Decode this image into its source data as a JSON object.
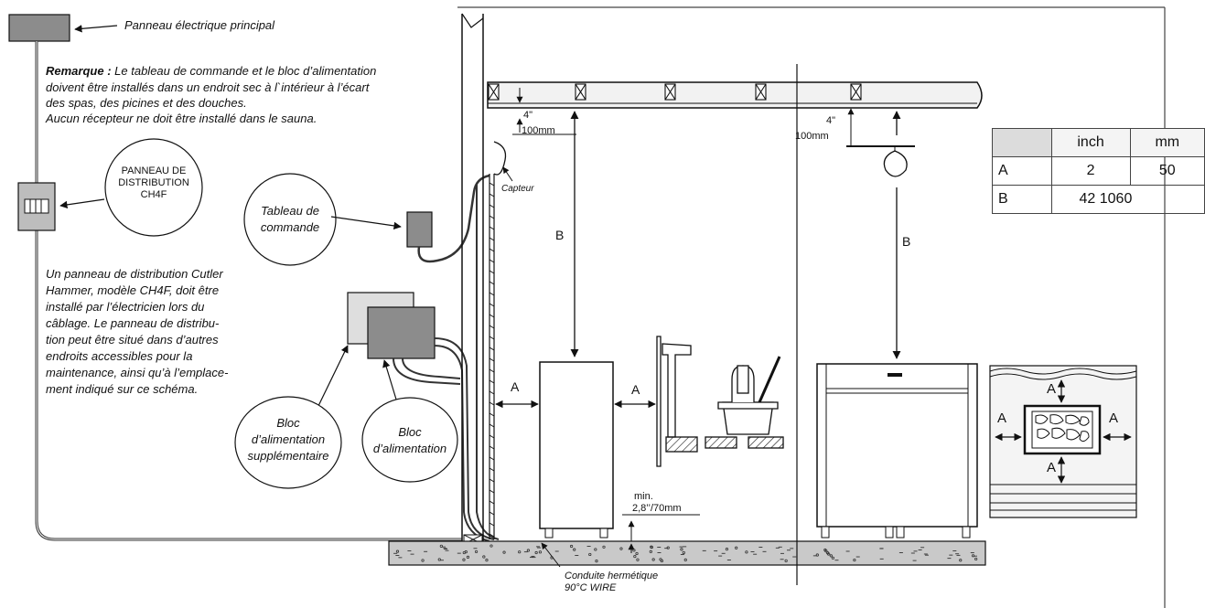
{
  "labels": {
    "main_panel": "Panneau électrique principal",
    "remark_bold": "Remarque :",
    "remark_line1": "Le tableau de commande et le bloc d’alimentation",
    "remark_line2": "doivent être installés dans un endroit sec à l`intérieur à l’écart",
    "remark_line3": "des spas, des picines et des douches.",
    "remark_line4": "Aucun récepteur ne doit être installé dans le sauna.",
    "dist_panel_1": "PANNEAU DE",
    "dist_panel_2": "DISTRIBUTION",
    "dist_panel_3": "CH4F",
    "control_1": "Tableau de",
    "control_2": "commande",
    "sensor": "Capteur",
    "cutler_1": "Un panneau de distribution Cutler",
    "cutler_2": "Hammer, modèle CH4F, doit être",
    "cutler_3": "installé par l’électricien lors du",
    "cutler_4": "câblage. Le panneau de distribu-",
    "cutler_5": "tion peut être situé dans d’autres",
    "cutler_6": "endroits accessibles pour la",
    "cutler_7": "maintenance, ainsi qu’à l’emplace-",
    "cutler_8": "ment indiqué sur ce schéma.",
    "supp_1": "Bloc",
    "supp_2": "d’alimentation",
    "supp_3": "supplémentaire",
    "psu_1": "Bloc",
    "psu_2": "d’alimentation",
    "conduit_1": "Conduite hermétique",
    "conduit_2": "90°C WIRE",
    "dim_4in_left": "4\"",
    "dim_100mm_left": "100mm",
    "dim_4in_right": "4\"",
    "dim_100mm_right": "100mm",
    "dim_B_left": "B",
    "dim_B_right": "B",
    "dim_A_left1": "A",
    "dim_A_left2": "A",
    "dim_A_top": "A",
    "dim_A_bottom": "A",
    "dim_A_side_left": "A",
    "dim_A_side_right": "A",
    "min_1": "min.",
    "min_2": "2,8’’/70mm"
  },
  "table": {
    "header": [
      "",
      "inch",
      "mm"
    ],
    "rows": [
      [
        "A",
        "2",
        "50"
      ],
      [
        "B",
        "42 1060",
        ""
      ]
    ]
  },
  "colors": {
    "box_fill": "#8c8c8c",
    "box_fill_light": "#dedede",
    "line": "#111111",
    "beam_fill": "#f2f2f2"
  }
}
